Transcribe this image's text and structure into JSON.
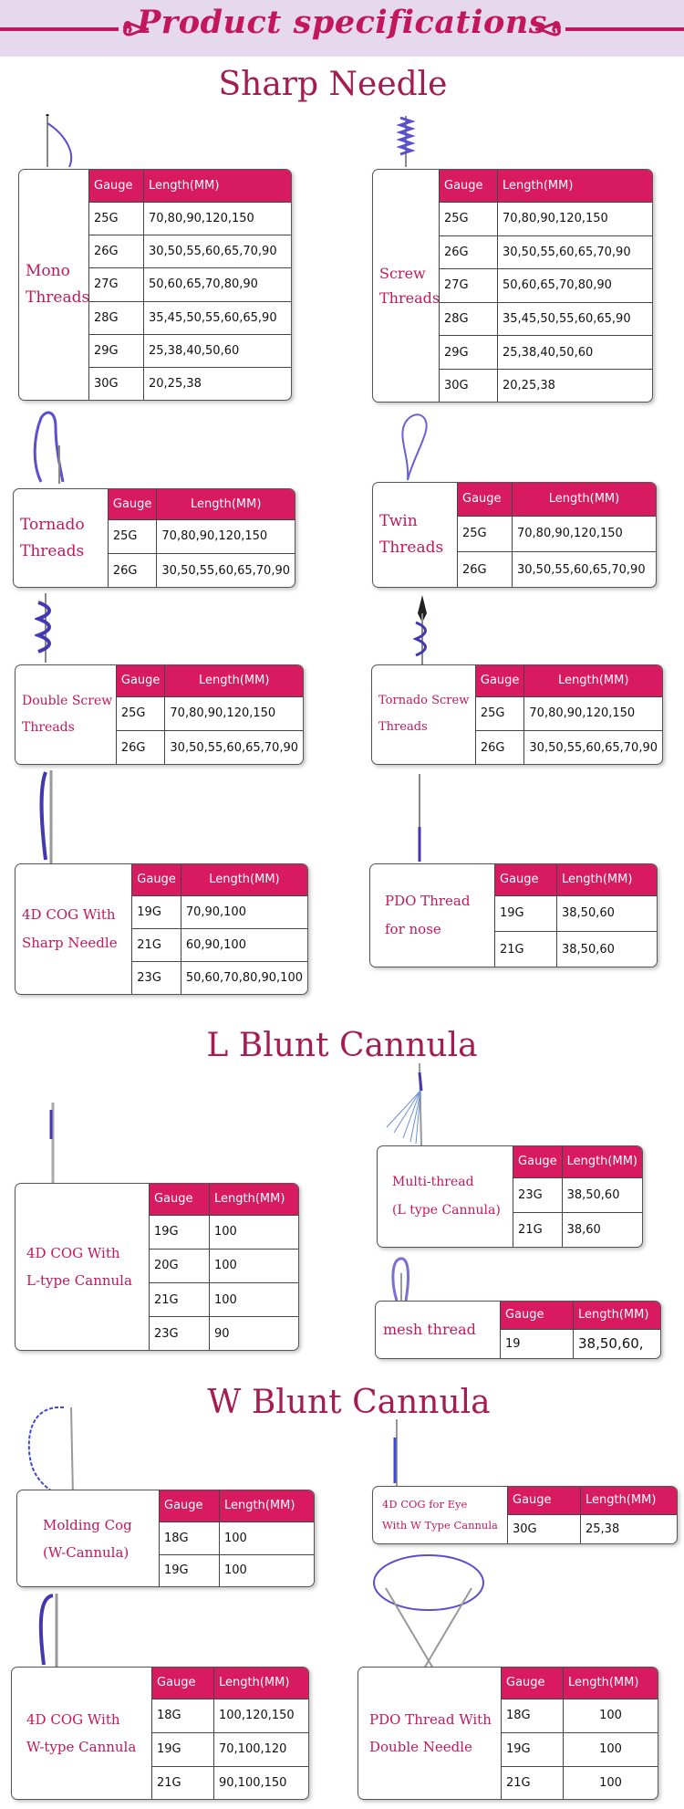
{
  "header": {
    "title": "Product specifications"
  },
  "sections": {
    "sharp": "Sharp Needle",
    "l_blunt": "L Blunt Cannula",
    "w_blunt": "W Blunt Cannula"
  },
  "table_headers": {
    "gauge": "Gauge",
    "length": "Length(MM)"
  },
  "products": {
    "mono": {
      "name_l1": "Mono",
      "name_l2": "Threads",
      "rows": [
        [
          "25G",
          "70,80,90,120,150"
        ],
        [
          "26G",
          "30,50,55,60,65,70,90"
        ],
        [
          "27G",
          "50,60,65,70,80,90"
        ],
        [
          "28G",
          "35,45,50,55,60,65,90"
        ],
        [
          "29G",
          "25,38,40,50,60"
        ],
        [
          "30G",
          "20,25,38"
        ]
      ]
    },
    "screw": {
      "name_l1": "Screw",
      "name_l2": "Threads",
      "rows": [
        [
          "25G",
          "70,80,90,120,150"
        ],
        [
          "26G",
          "30,50,55,60,65,70,90"
        ],
        [
          "27G",
          "50,60,65,70,80,90"
        ],
        [
          "28G",
          "35,45,50,55,60,65,90"
        ],
        [
          "29G",
          "25,38,40,50,60"
        ],
        [
          "30G",
          "20,25,38"
        ]
      ]
    },
    "tornado": {
      "name_l1": "Tornado",
      "name_l2": "Threads",
      "rows": [
        [
          "25G",
          "70,80,90,120,150"
        ],
        [
          "26G",
          "30,50,55,60,65,70,90"
        ]
      ]
    },
    "twin": {
      "name_l1": "Twin",
      "name_l2": "Threads",
      "rows": [
        [
          "25G",
          "70,80,90,120,150"
        ],
        [
          "26G",
          "30,50,55,60,65,70,90"
        ]
      ]
    },
    "double_screw": {
      "name_l1": "Double Screw",
      "name_l2": "Threads",
      "rows": [
        [
          "25G",
          "70,80,90,120,150"
        ],
        [
          "26G",
          "30,50,55,60,65,70,90"
        ]
      ]
    },
    "tornado_screw": {
      "name_l1": "Tornado Screw",
      "name_l2": "Threads",
      "rows": [
        [
          "25G",
          "70,80,90,120,150"
        ],
        [
          "26G",
          "30,50,55,60,65,70,90"
        ]
      ]
    },
    "cog4d_sharp": {
      "name_l1": "4D COG With",
      "name_l2": "Sharp Needle",
      "rows": [
        [
          "19G",
          "70,90,100"
        ],
        [
          "21G",
          "60,90,100"
        ],
        [
          "23G",
          "50,60,70,80,90,100"
        ]
      ]
    },
    "pdo_nose": {
      "name_l1": "PDO Thread",
      "name_l2": "for nose",
      "rows": [
        [
          "19G",
          "38,50,60"
        ],
        [
          "21G",
          "38,50,60"
        ]
      ]
    },
    "cog4d_l": {
      "name_l1": "4D COG With",
      "name_l2": "L-type Cannula",
      "rows": [
        [
          "19G",
          "100"
        ],
        [
          "20G",
          "100"
        ],
        [
          "21G",
          "100"
        ],
        [
          "23G",
          "90"
        ]
      ]
    },
    "multi": {
      "name_l1": "Multi-thread",
      "name_l2": "(L type Cannula)",
      "rows": [
        [
          "23G",
          "38,50,60"
        ],
        [
          "21G",
          "38,60"
        ]
      ]
    },
    "mesh": {
      "name_l1": "mesh thread",
      "rows": [
        [
          "19",
          "38,50,60,"
        ]
      ]
    },
    "molding": {
      "name_l1": "Molding Cog",
      "name_l2": "(W-Cannula)",
      "rows": [
        [
          "18G",
          "100"
        ],
        [
          "19G",
          "100"
        ]
      ]
    },
    "cog4d_eye": {
      "name_l1": "4D COG for Eye",
      "name_l2": "With W Type Cannula",
      "rows": [
        [
          "30G",
          "25,38"
        ]
      ]
    },
    "cog4d_w": {
      "name_l1": "4D COG With",
      "name_l2": "W-type Cannula",
      "rows": [
        [
          "18G",
          "100,120,150"
        ],
        [
          "19G",
          "70,100,120"
        ],
        [
          "21G",
          "90,100,150"
        ]
      ]
    },
    "pdo_double": {
      "name_l1": "PDO Thread With",
      "name_l2": "Double Needle",
      "rows": [
        [
          "18G",
          "100"
        ],
        [
          "19G",
          "100"
        ],
        [
          "21G",
          "100"
        ]
      ]
    }
  },
  "colors": {
    "accent": "#d81b60",
    "title": "#a31c52",
    "banner_bg": "#e6d9ee",
    "thread": "#5a4fcf"
  }
}
